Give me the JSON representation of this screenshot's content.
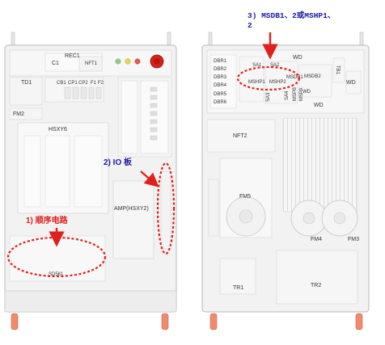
{
  "colors": {
    "annotation_red": "#e0201a",
    "annotation_blue": "#1a1aa0",
    "cabinet_outline": "#b8b8b8",
    "panel_fill": "#f4f4f4",
    "wheel_orange": "#f08a6a"
  },
  "left_unit": {
    "labels": {
      "rec1": "REC1",
      "c1": "C1",
      "nft1": "NFT1",
      "td1": "TD1",
      "cb1": "CB1",
      "cp1": "CP1",
      "cp2": "CP2",
      "f1": "F1",
      "f2": "F2",
      "fm2": "FM2",
      "hsxy6": "HSXY6",
      "amp": "AMP(HSXY2)",
      "board": "SD561"
    },
    "annotations": {
      "io_board": "2) IO  板",
      "sequence_circuit": "1)    顺序电路"
    }
  },
  "right_unit": {
    "labels": {
      "dbr1": "DBR1",
      "dbr2": "DBR2",
      "dbr3": "DBR3",
      "dbr4": "DBR4",
      "dbr5": "DBR5",
      "dbr6": "DBR6",
      "sa1": "SA1",
      "sa2": "SA2",
      "sa3": "SA3",
      "sa4": "SA4",
      "wd_top": "WD",
      "wd_right": "WD",
      "wd_mid": "WD",
      "wd_bottom": "WD",
      "mshp1": "MSHP1",
      "mshp2": "MSHP2",
      "msdb1": "MSDB1",
      "msdb2": "MSDB2",
      "tb1": "TB1",
      "mspb": "MSPB",
      "mspa": "MSPA",
      "nft2": "NFT2",
      "fm5": "FM5",
      "fm4": "FM4",
      "fm3": "FM3",
      "tr1": "TR1",
      "tr2": "TR2"
    },
    "annotations": {
      "msdb_mshp": "3) MSDB1、2或MSHP1、",
      "msdb_mshp_cont": "2"
    }
  }
}
